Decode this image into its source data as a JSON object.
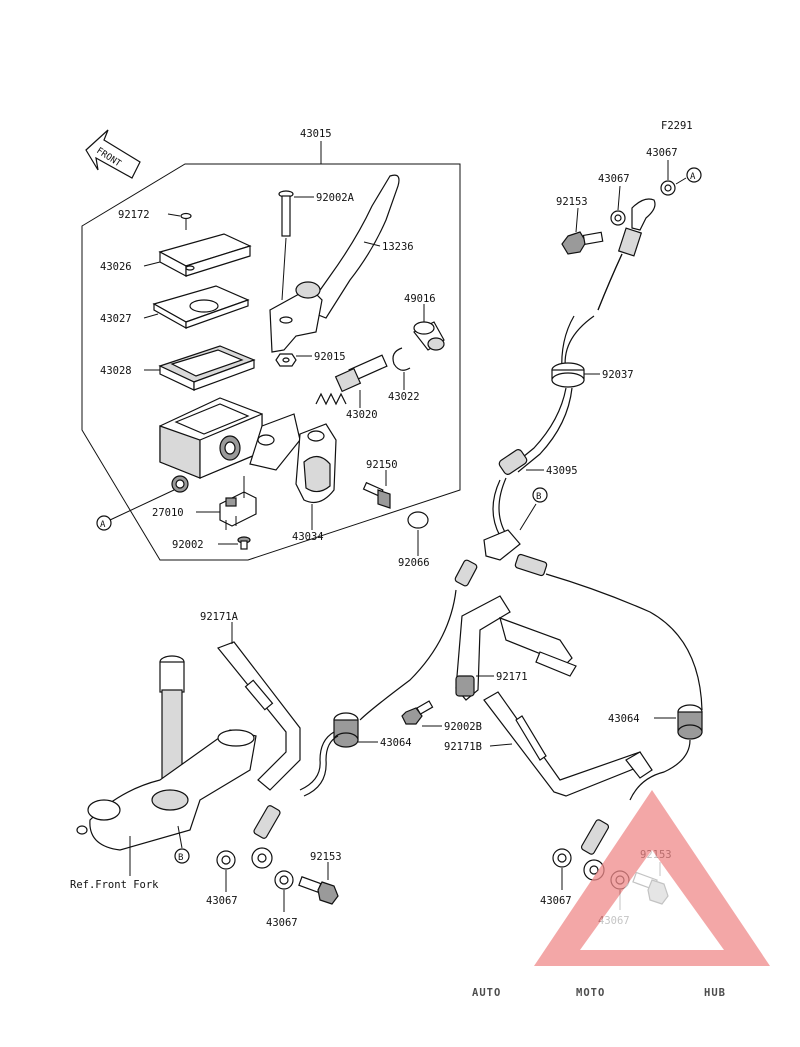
{
  "figure_code": "F2291",
  "front_arrow_label": "FRONT",
  "reference_label": "Ref.Front Fork",
  "callouts": {
    "a": "A",
    "b": "B"
  },
  "parts": {
    "p43015": "43015",
    "p92172": "92172",
    "p92002A": "92002A",
    "p13236": "13236",
    "p43026": "43026",
    "p43027": "43027",
    "p49016": "49016",
    "p92015": "92015",
    "p43028": "43028",
    "p43022": "43022",
    "p43020": "43020",
    "p92150": "92150",
    "p27010": "27010",
    "p43034": "43034",
    "p92002": "92002",
    "p92066": "92066",
    "p43067_top_left": "43067",
    "p43067_top_right": "43067",
    "p92153_top": "92153",
    "p92037": "92037",
    "p43095": "43095",
    "p92171A": "92171A",
    "p92171": "92171",
    "p92002B": "92002B",
    "p43064_left": "43064",
    "p43064_right": "43064",
    "p92171B": "92171B",
    "p92153_left": "92153",
    "p43067_left_a": "43067",
    "p43067_left_b": "43067",
    "p92153_right": "92153",
    "p43067_right_a": "43067",
    "p43067_right_b": "43067"
  },
  "watermark": {
    "part1": "AUTO",
    "part2": "MOTO",
    "part3": "HUB",
    "color_red": "#e53a3a",
    "color_orange": "#f3a13c",
    "color_gray": "#555555"
  }
}
